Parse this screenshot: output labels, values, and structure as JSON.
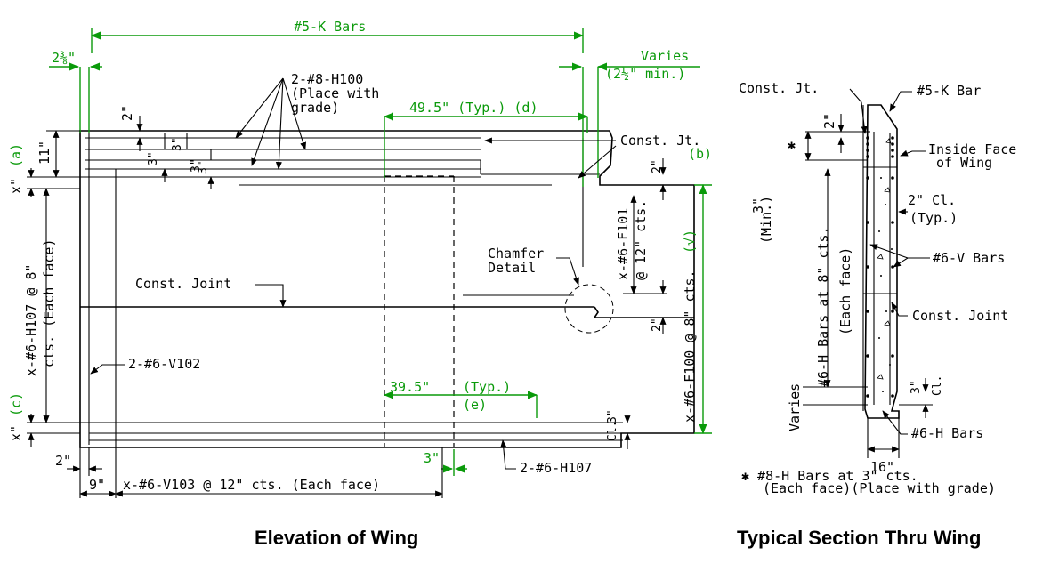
{
  "colors": {
    "dimension_green": "#0a9a0a",
    "line_black": "#000000",
    "background": "#ffffff"
  },
  "elevation": {
    "caption": "Elevation of Wing",
    "k_bars": "#5-K Bars",
    "offset_2_3_8": "2⅜\"",
    "varies": "Varies",
    "varies_min": "(2½\" min.)",
    "h100_line1": "2-#8-H100",
    "h100_line2": "(Place with",
    "h100_line3": "grade)",
    "typ_d": "49.5\" (Typ.) (d)",
    "const_jt": "Const. Jt.",
    "const_jt_b": "(b)",
    "dim_2in_top": "2\"",
    "dim_3in_a": "3\"",
    "dim_3in_b": "3\"",
    "dim_3in_c": "3\"",
    "dim_3in_d": "3\"",
    "dim_11in": "11\"",
    "x_a": "x\"",
    "x_a_tag": "(a)",
    "dim_2in_right1": "2\"",
    "f101_line1": "x-#6-F101",
    "f101_line2": "@ 12\" cts.",
    "f100": "x-#6-F100 @ 8\" cts.",
    "f100_tag": "(√)",
    "chamfer_line1": "Chamfer",
    "chamfer_line2": "Detail",
    "const_joint": "Const. Joint",
    "h107_line1": "x-#6-H107 @ 8\"",
    "h107_line2": "cts. (Each face)",
    "dim_2in_right2": "2\"",
    "v102": "2-#6-V102",
    "typ_e_value": "39.5\"",
    "typ_e_typ": "(Typ.)",
    "typ_e_tag": "(e)",
    "x_c": "x\"",
    "x_c_tag": "(c)",
    "cl_3in": "3\"",
    "cl": "Cl.",
    "dim_2in_bottom": "2\"",
    "dim_3in_bottom": "3\"",
    "h107_bottom": "2-#6-H107",
    "dim_9in": "9\"",
    "v103": "x-#6-V103 @ 12\" cts. (Each face)"
  },
  "section": {
    "caption": "Typical Section Thru Wing",
    "const_jt": "Const. Jt.",
    "k_bar": "#5-K Bar",
    "dim_2in": "2\"",
    "star": "✱",
    "inside_face_line1": "Inside Face",
    "inside_face_line2": "of Wing",
    "min_3in_line1": "3\"",
    "min_3in_line2": "(Min.)",
    "cl_2in": "2\" Cl.",
    "typ": "(Typ.)",
    "h_bars_line1": "#6-H Bars at 8\" cts.",
    "h_bars_line2": "(Each face)",
    "v_bars": "#6-V Bars",
    "const_joint": "Const. Joint",
    "varies": "Varies",
    "cl_3in": "3\"",
    "cl": "Cl.",
    "h_bars_bottom": "#6-H Bars",
    "dim_16in": "16\"",
    "note_line1": "✱ #8-H Bars at 3\" cts.",
    "note_line2": "(Each face)(Place with grade)"
  }
}
